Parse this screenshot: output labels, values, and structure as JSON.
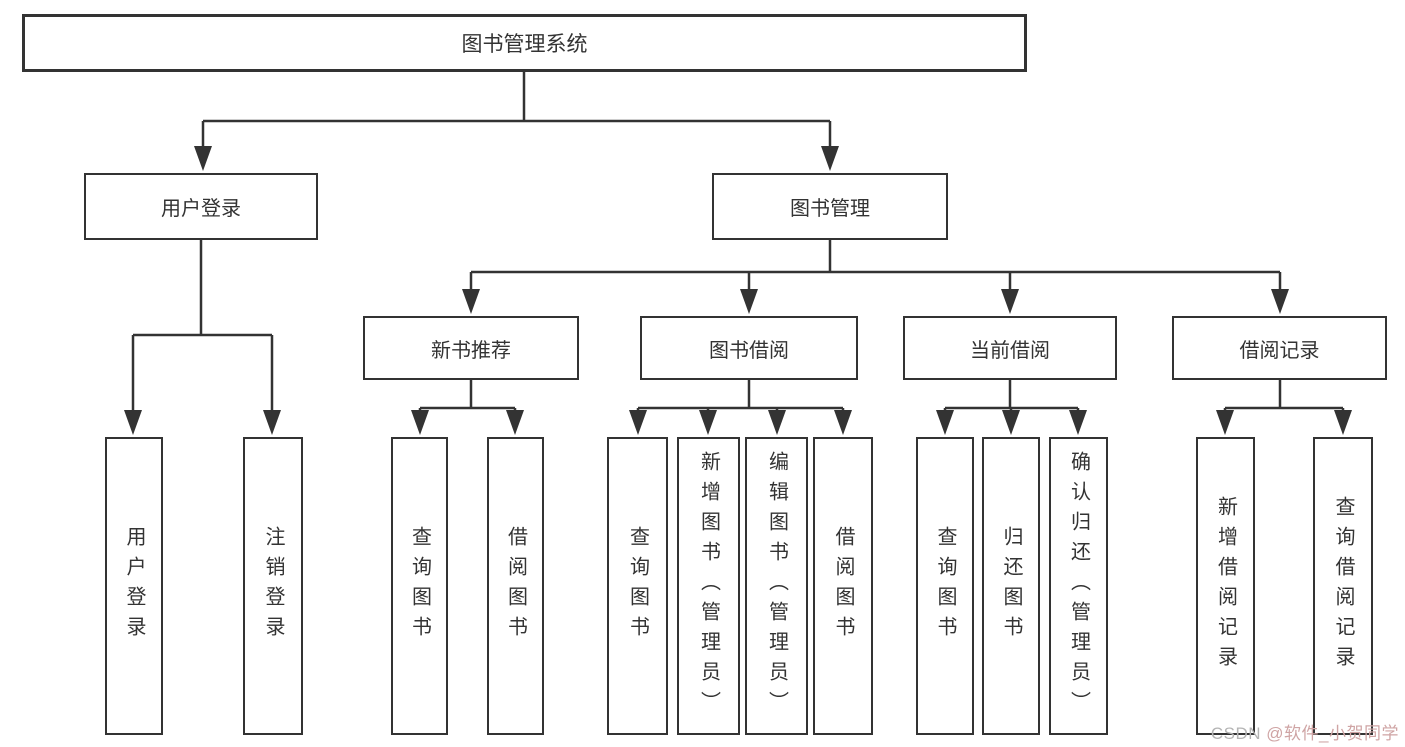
{
  "diagram": {
    "root": {
      "label": "图书管理系统"
    },
    "branches": [
      {
        "label": "用户登录",
        "children": [
          {
            "label": "用户登录"
          },
          {
            "label": "注销登录"
          }
        ]
      },
      {
        "label": "图书管理",
        "children": [
          {
            "label": "新书推荐",
            "children": [
              {
                "label": "查询图书"
              },
              {
                "label": "借阅图书"
              }
            ]
          },
          {
            "label": "图书借阅",
            "children": [
              {
                "label": "查询图书"
              },
              {
                "label": "新增图书（管理员）"
              },
              {
                "label": "编辑图书（管理员）"
              },
              {
                "label": "借阅图书"
              }
            ]
          },
          {
            "label": "当前借阅",
            "children": [
              {
                "label": "查询图书"
              },
              {
                "label": "归还图书"
              },
              {
                "label": "确认归还（管理员）"
              }
            ]
          },
          {
            "label": "借阅记录",
            "children": [
              {
                "label": "新增借阅记录"
              },
              {
                "label": "查询借阅记录"
              }
            ]
          }
        ]
      }
    ]
  },
  "watermark": {
    "site": "CSDN ",
    "author": "@软件_小贺同学",
    "site_color": "#b4b4b4",
    "author_color": "#cfa4a4"
  },
  "colors": {
    "line": "#333333",
    "text": "#333333",
    "background": "#ffffff"
  }
}
